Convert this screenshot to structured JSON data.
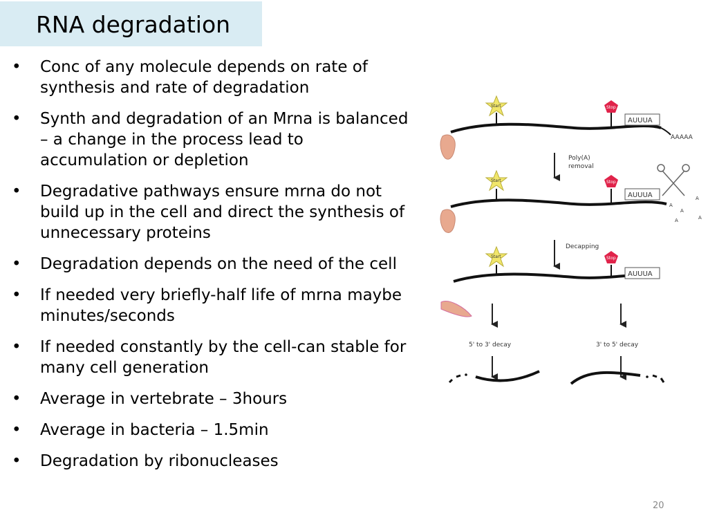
{
  "slide": {
    "title": "RNA degradation",
    "bullet_char": "•",
    "bullets": [
      "Conc of any molecule depends on rate of synthesis and rate of degradation",
      "Synth and degradation of an Mrna is balanced – a change in the process lead to accumulation or depletion",
      "Degradative pathways ensure mrna do not build up in the cell and direct the synthesis of unnecessary proteins",
      "Degradation depends on the need of the cell",
      "If needed very briefly-half life of mrna maybe minutes/seconds",
      "If needed constantly by the cell-can stable for many cell generation",
      "Average in vertebrate – 3hours",
      "Average in bacteria – 1.5min",
      "Degradation by ribonucleases"
    ],
    "page_number": "20"
  },
  "diagram": {
    "start_label": "Start",
    "stop_label": "Stop",
    "motif_label": "AUUUA",
    "polya_label": "AAAAA",
    "step1_label_line1": "Poly(A)",
    "step1_label_line2": "removal",
    "step2_label": "Decapping",
    "decay_5to3_label": "5' to 3' decay",
    "decay_3to5_label": "3' to 5' decay",
    "free_a_label": "A",
    "colors": {
      "start_star": "#f1e66a",
      "stop_pentagon": "#e0234a",
      "cap": "#e8a98f",
      "strand": "#111111"
    }
  }
}
